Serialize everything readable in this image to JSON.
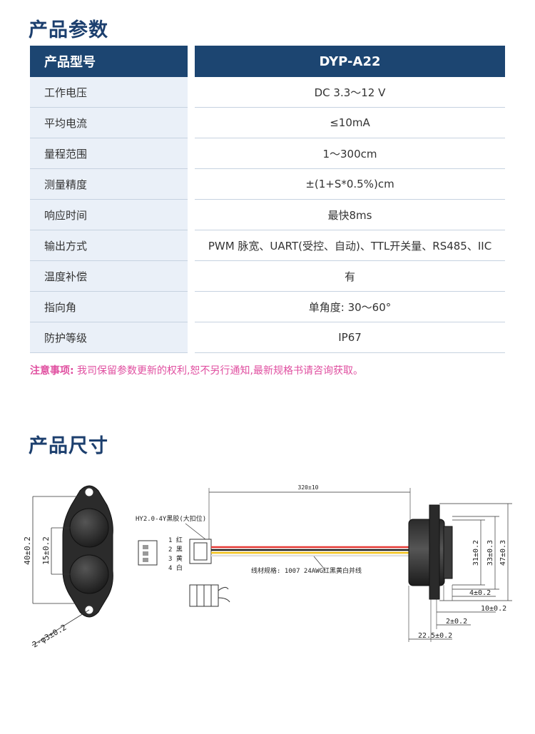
{
  "sections": {
    "params_title": "产品参数",
    "dims_title": "产品尺寸"
  },
  "table": {
    "header": {
      "key": "产品型号",
      "value": "DYP-A22"
    },
    "rows": [
      {
        "key": "工作电压",
        "value": "DC 3.3～12 V"
      },
      {
        "key": "平均电流",
        "value": "≤10mA"
      },
      {
        "key": "量程范围",
        "value": "1～300cm"
      },
      {
        "key": "测量精度",
        "value": "±(1+S*0.5%)cm"
      },
      {
        "key": "响应时间",
        "value": "最快8ms"
      },
      {
        "key": "输出方式",
        "value": "PWM 脉宽、UART(受控、自动)、TTL开关量、RS485、IIC"
      },
      {
        "key": "温度补偿",
        "value": "有"
      },
      {
        "key": "指向角",
        "value": "单角度: 30～60°"
      },
      {
        "key": "防护等级",
        "value": "IP67"
      }
    ]
  },
  "note": {
    "label": "注意事项:",
    "text": " 我司保留参数更新的权利,恕不另行通知,最新规格书请咨询获取。"
  },
  "drawing": {
    "dim_40": "40±0.2",
    "dim_15": "15±0.2",
    "dim_hole": "2-φ3±0.2",
    "connector_label": "HY2.0-4Y黑胶(大扣位)",
    "pins": [
      "1 红",
      "2 黑",
      "3 黄",
      "4 白"
    ],
    "cable_length": "320±10",
    "wire_spec": "线材规格: 1007 24AWG红黑黄白并线",
    "dim_31": "31±0.2",
    "dim_33": "33±0.3",
    "dim_47": "47±0.3",
    "dim_4": "4±0.2",
    "dim_10": "10±0.2",
    "dim_2": "2±0.2",
    "dim_22_5": "22.5±0.2"
  },
  "colors": {
    "title": "#1c3f6e",
    "header_bg": "#1c4571",
    "key_bg": "#eaf0f8",
    "note": "#e04fa0"
  }
}
